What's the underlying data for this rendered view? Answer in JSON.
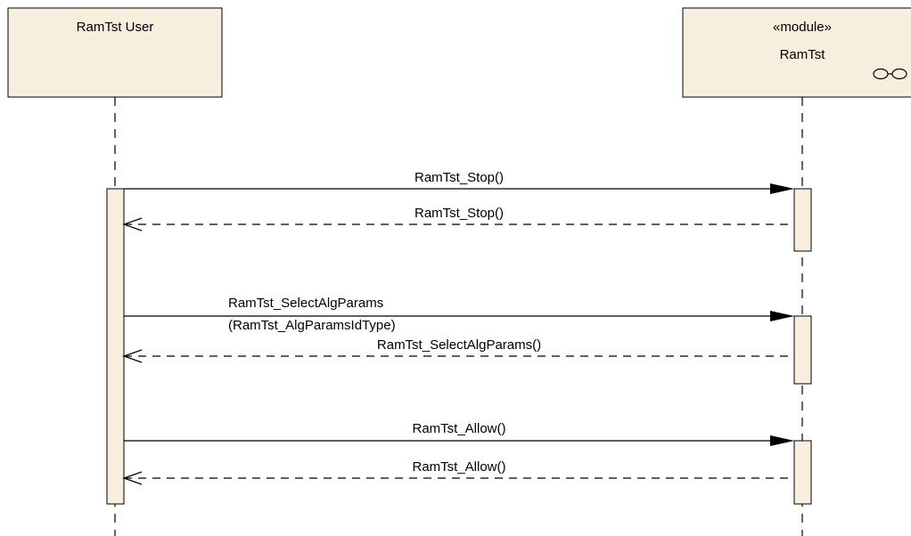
{
  "colors": {
    "box_fill": "#f8eedd",
    "line": "#000000",
    "background": "#ffffff"
  },
  "lifelines": [
    {
      "name": "RamTst User",
      "stereotype": ""
    },
    {
      "name": "RamTst",
      "stereotype": "«module»",
      "icon": "component-link-icon"
    }
  ],
  "messages": [
    {
      "from": "RamTst User",
      "to": "RamTst",
      "kind": "call",
      "label": [
        "RamTst_Stop()"
      ]
    },
    {
      "from": "RamTst",
      "to": "RamTst User",
      "kind": "return",
      "label": [
        "RamTst_Stop()"
      ]
    },
    {
      "from": "RamTst User",
      "to": "RamTst",
      "kind": "call",
      "label": [
        "RamTst_SelectAlgParams",
        "(RamTst_AlgParamsIdType)"
      ]
    },
    {
      "from": "RamTst",
      "to": "RamTst User",
      "kind": "return",
      "label": [
        "RamTst_SelectAlgParams()"
      ]
    },
    {
      "from": "RamTst User",
      "to": "RamTst",
      "kind": "call",
      "label": [
        "RamTst_Allow()"
      ]
    },
    {
      "from": "RamTst",
      "to": "RamTst User",
      "kind": "return",
      "label": [
        "RamTst_Allow()"
      ]
    }
  ]
}
